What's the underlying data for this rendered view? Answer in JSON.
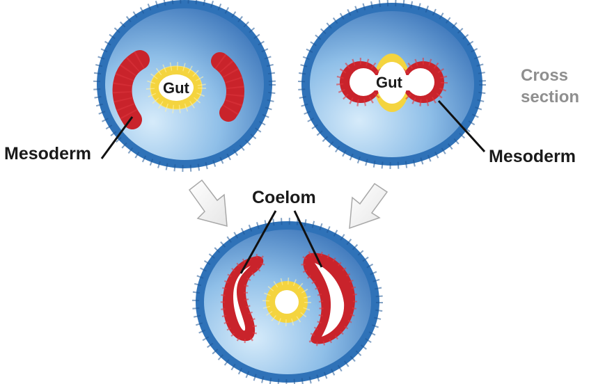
{
  "figure": {
    "type": "biology diagram",
    "panels": [
      {
        "id": "schizocoely",
        "position": "top-left",
        "labels": {
          "gut": "Gut",
          "mesoderm": "Mesoderm"
        }
      },
      {
        "id": "enterocoely",
        "position": "top-right",
        "labels": {
          "gut": "Gut",
          "mesoderm": "Mesoderm"
        }
      },
      {
        "id": "coelomate-result",
        "position": "bottom-center",
        "labels": {
          "coelom": "Coelom"
        }
      }
    ],
    "annotation": {
      "cross_section_line1": "Cross",
      "cross_section_line2": "section"
    },
    "colors": {
      "ectoderm": "#2f72b8",
      "body_fill_light": "#cfe6f8",
      "body_fill_dark": "#2f6db7",
      "mesoderm": "#c9232b",
      "endoderm": "#f4d43f",
      "lumen": "#ffffff",
      "label_text": "#1a1a1a",
      "annotation_text": "#8f8f8f",
      "arrow_stroke": "#a8a8a8"
    }
  }
}
